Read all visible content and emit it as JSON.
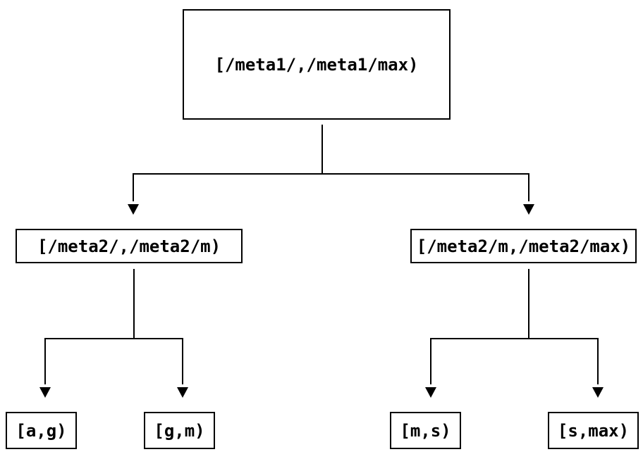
{
  "diagram": {
    "type": "binary-interval-tree",
    "colors": {
      "background": "#ffffff",
      "line": "#000000",
      "box_border": "#000000",
      "text": "#000000"
    },
    "nodes": {
      "root": {
        "label": "[/meta1/,/meta1/max)"
      },
      "meta2_left": {
        "label": "[/meta2/,/meta2/m)"
      },
      "meta2_right": {
        "label": "[/meta2/m,/meta2/max)"
      },
      "leaf_ag": {
        "label": "[a,g)"
      },
      "leaf_gm": {
        "label": "[g,m)"
      },
      "leaf_ms": {
        "label": "[m,s)"
      },
      "leaf_smax": {
        "label": "[s,max)"
      }
    },
    "edges": [
      {
        "from": "root",
        "to": "meta2_left"
      },
      {
        "from": "root",
        "to": "meta2_right"
      },
      {
        "from": "meta2_left",
        "to": "leaf_ag"
      },
      {
        "from": "meta2_left",
        "to": "leaf_gm"
      },
      {
        "from": "meta2_right",
        "to": "leaf_ms"
      },
      {
        "from": "meta2_right",
        "to": "leaf_smax"
      }
    ]
  }
}
